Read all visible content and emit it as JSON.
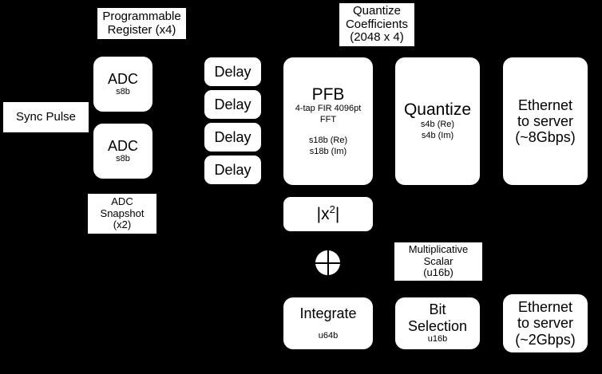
{
  "diagram": {
    "background_color": "#000000",
    "node_color": "#ffffff",
    "text_color": "#000000",
    "nodes": {
      "sync_pulse": {
        "title": "Sync Pulse"
      },
      "programmable_register": {
        "line1": "Programmable",
        "line2": "Register (x4)"
      },
      "adc_1": {
        "title": "ADC",
        "sub": "s8b"
      },
      "adc_2": {
        "title": "ADC",
        "sub": "s8b"
      },
      "adc_snapshot": {
        "line1": "ADC",
        "line2": "Snapshot",
        "line3": "(x2)"
      },
      "delay_1": {
        "title": "Delay"
      },
      "delay_2": {
        "title": "Delay"
      },
      "delay_3": {
        "title": "Delay"
      },
      "delay_4": {
        "title": "Delay"
      },
      "pfb": {
        "title": "PFB",
        "sub1": "4-tap FIR 4096pt",
        "sub2": "FFT",
        "sub3": "s18b (Re)",
        "sub4": "s18b (Im)"
      },
      "quantize_coefficients": {
        "line1": "Quantize",
        "line2": "Coefficients",
        "line3": "(2048 x 4)"
      },
      "quantize": {
        "title": "Quantize",
        "sub1": "s4b (Re)",
        "sub2": "s4b (Im)"
      },
      "ethernet_8gbps": {
        "line1": "Ethernet",
        "line2": "to server",
        "line3": "(~8Gbps)"
      },
      "magnitude_squared": {
        "title": "|x",
        "exponent": "2",
        "title_close": "|"
      },
      "summing_junction": {
        "name": "summing-junction"
      },
      "multiplicative_scalar": {
        "line1": "Multiplicative",
        "line2": "Scalar",
        "line3": "(u16b)"
      },
      "integrate": {
        "title": "Integrate",
        "sub": "u64b"
      },
      "bit_selection": {
        "line1": "Bit",
        "line2": "Selection",
        "sub": "u16b"
      },
      "ethernet_2gbps": {
        "line1": "Ethernet",
        "line2": "to server",
        "line3": "(~2Gbps)"
      }
    }
  }
}
